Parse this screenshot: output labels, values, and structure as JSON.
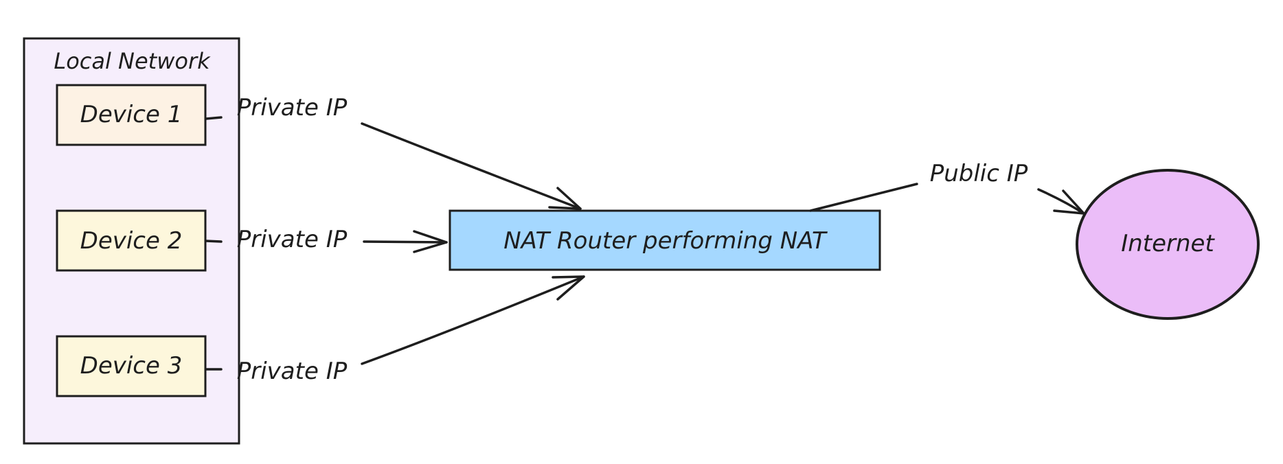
{
  "diagram": {
    "group": {
      "label": "Local Network",
      "fill": "#f6eefc"
    },
    "devices": [
      {
        "label": "Device 1",
        "fill": "#fdf2e4"
      },
      {
        "label": "Device 2",
        "fill": "#fdf7dc"
      },
      {
        "label": "Device 3",
        "fill": "#fdf7dc"
      }
    ],
    "router": {
      "label": "NAT Router performing NAT",
      "fill": "#a5d8ff"
    },
    "internet": {
      "label": "Internet",
      "fill": "#ebbdf8"
    },
    "edges": {
      "device1_router": "Private IP",
      "device2_router": "Private IP",
      "device3_router": "Private IP",
      "router_internet": "Public IP"
    }
  }
}
